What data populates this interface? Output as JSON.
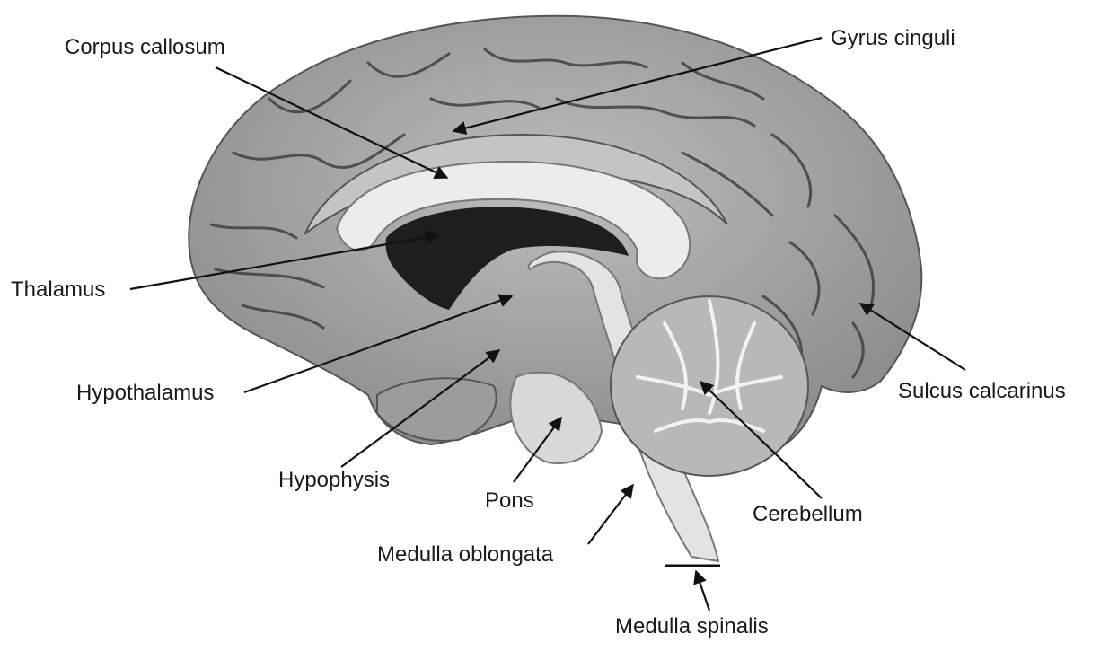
{
  "labels": {
    "corpus_callosum": "Corpus callosum",
    "gyrus_cinguli": "Gyrus cinguli",
    "thalamus": "Thalamus",
    "hypothalamus": "Hypothalamus",
    "hypophysis": "Hypophysis",
    "pons": "Pons",
    "medulla_oblongata": "Medulla oblongata",
    "medulla_spinalis": "Medulla spinalis",
    "cerebellum": "Cerebellum",
    "sulcus_calcarinus": "Sulcus calcarinus"
  },
  "colors": {
    "background": "#ffffff",
    "brain_tissue": "#a9a9a9",
    "white_matter": "#e6e6e6",
    "ventricle": "#1e1e1e",
    "label_text": "#1a1a1a"
  }
}
